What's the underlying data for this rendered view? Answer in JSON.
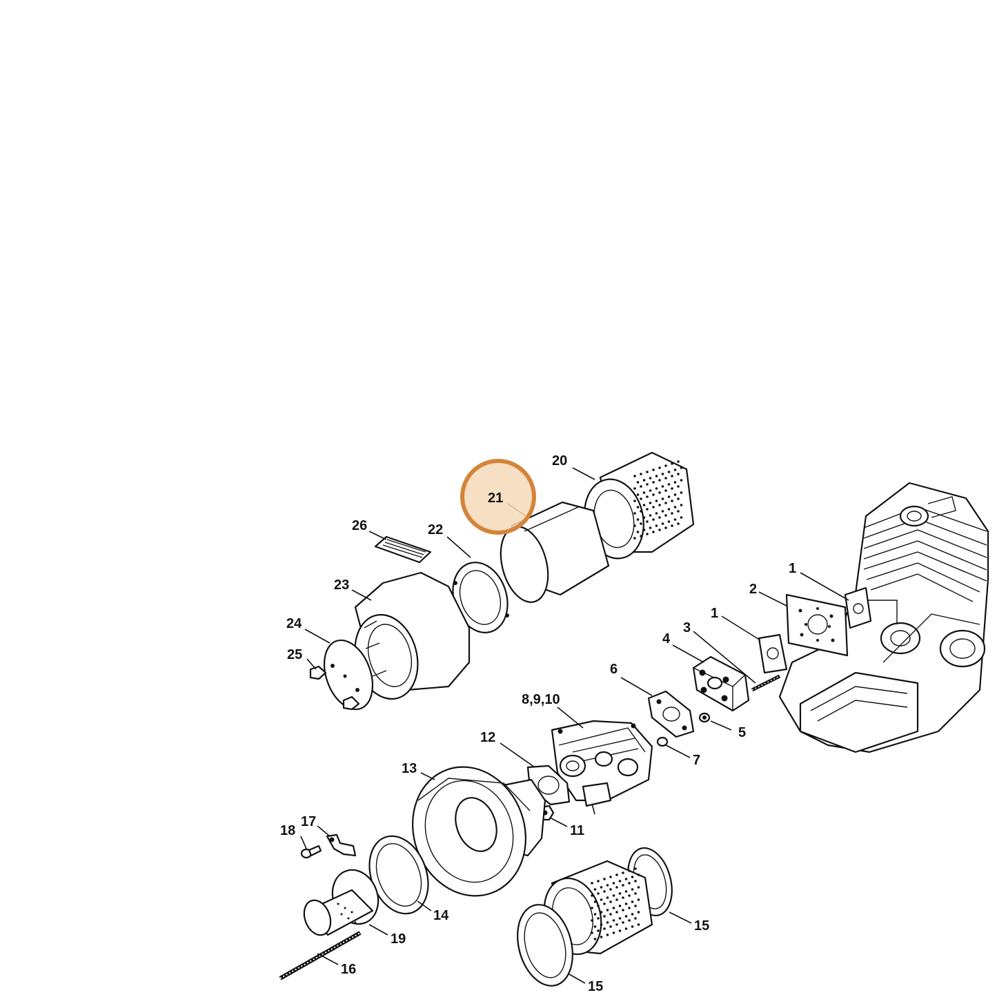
{
  "highlight": {
    "label": "21",
    "color": "#d4843a"
  },
  "labels": {
    "l1a": "1",
    "l1b": "1",
    "l2": "2",
    "l3": "3",
    "l4": "4",
    "l5": "5",
    "l6": "6",
    "l7": "7",
    "l8910": "8,9,10",
    "l11": "11",
    "l12": "12",
    "l13": "13",
    "l14": "14",
    "l15a": "15",
    "l15b": "15",
    "l16": "16",
    "l17": "17",
    "l18": "18",
    "l19": "19",
    "l20": "20",
    "l21": "21",
    "l22": "22",
    "l23": "23",
    "l24": "24",
    "l25": "25",
    "l26": "26"
  }
}
